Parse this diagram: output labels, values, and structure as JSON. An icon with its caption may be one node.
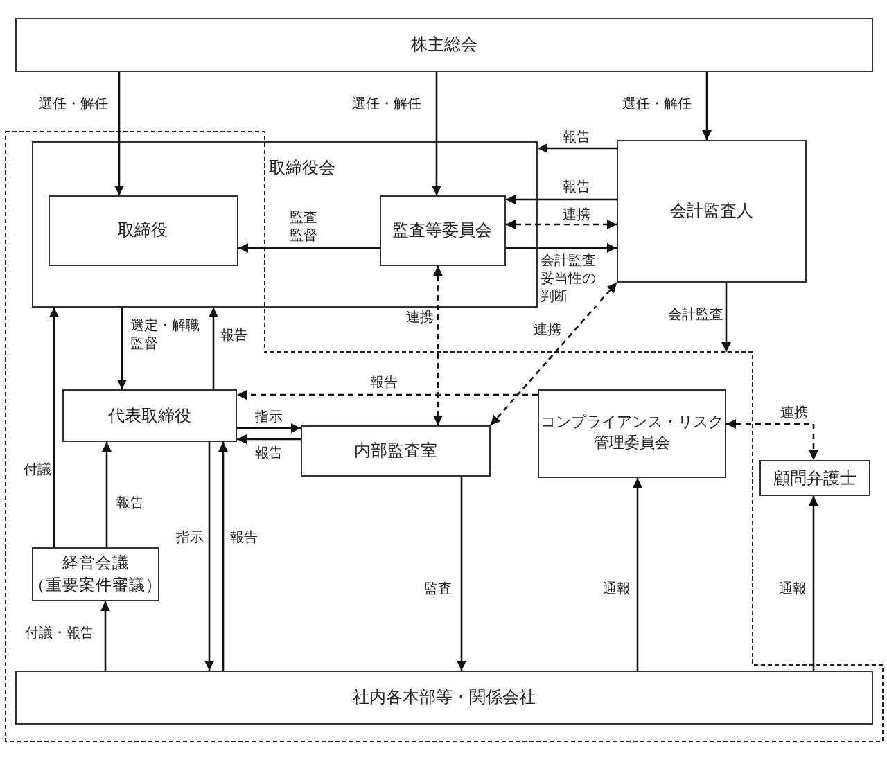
{
  "diagram": {
    "nodes": [
      {
        "text": [
          "株主総会"
        ]
      },
      {
        "text": [
          "取締役会"
        ]
      },
      {
        "text": [
          "取締役"
        ],
        "in": 1
      },
      {
        "text": [
          "監査等委員会"
        ],
        "in": 1
      },
      {
        "text": [
          "会計監査人"
        ]
      },
      {
        "text": [
          "代表取締役"
        ]
      },
      {
        "text": [
          "内部監査室"
        ]
      },
      {
        "text": [
          "コンプライアンス・リスク管理委員会"
        ]
      },
      {
        "text": [
          "顧問弁護士"
        ]
      },
      {
        "text": [
          "経営会議（重要案件審議）"
        ]
      },
      {
        "text": [
          "社内各本部等・関係会社"
        ]
      }
    ],
    "edges": [
      {
        "from": 0,
        "to": 2,
        "arrow": "to",
        "label": "選任・解任"
      },
      {
        "from": 0,
        "to": 3,
        "arrow": "to",
        "label": "選任・解任"
      },
      {
        "from": 0,
        "to": 4,
        "arrow": "to",
        "label": "選任・解任"
      },
      {
        "from": 4,
        "to": 1,
        "arrow": "to",
        "label": "報告"
      },
      {
        "from": 4,
        "to": 3,
        "arrow": "to",
        "label": "報告"
      },
      {
        "from": 3,
        "to": 4,
        "arrow": "both",
        "label": "連携",
        "style": "dashed"
      },
      {
        "from": 3,
        "to": 4,
        "arrow": "to",
        "label": "会計監査妥当性の判断"
      },
      {
        "from": 3,
        "to": 2,
        "arrow": "to",
        "label": "監査監督"
      },
      {
        "from": 1,
        "to": 5,
        "arrow": "to",
        "label": "選定・解職監督"
      },
      {
        "from": 5,
        "to": 1,
        "arrow": "to",
        "label": "報告"
      },
      {
        "from": 3,
        "to": 6,
        "arrow": "both",
        "label": "連携",
        "style": "dashed"
      },
      {
        "from": 4,
        "to": 6,
        "arrow": "both",
        "label": "連携",
        "style": "dashed"
      },
      {
        "from": 7,
        "to": 5,
        "arrow": "to",
        "label": "報告",
        "style": "dashed"
      },
      {
        "from": 5,
        "to": 6,
        "arrow": "to",
        "label": "指示"
      },
      {
        "from": 6,
        "to": 5,
        "arrow": "to",
        "label": "報告"
      },
      {
        "from": 4,
        "to": null,
        "arrow": "to",
        "label": "会計監査"
      },
      {
        "from": 7,
        "to": 8,
        "arrow": "both",
        "label": "連携",
        "style": "dashed"
      },
      {
        "from": 9,
        "to": 1,
        "arrow": "to",
        "label": "付議"
      },
      {
        "from": 9,
        "to": 5,
        "arrow": "to",
        "label": "報告"
      },
      {
        "from": 10,
        "to": 9,
        "arrow": "to",
        "label": "付議・報告"
      },
      {
        "from": 5,
        "to": 10,
        "arrow": "to",
        "label": "指示"
      },
      {
        "from": 10,
        "to": 5,
        "arrow": "to",
        "label": "報告"
      },
      {
        "from": 6,
        "to": 10,
        "arrow": "to",
        "label": "監査"
      },
      {
        "from": 10,
        "to": 7,
        "arrow": "to",
        "label": "通報"
      },
      {
        "from": 10,
        "to": 8,
        "arrow": "to",
        "label": "通報"
      }
    ]
  }
}
